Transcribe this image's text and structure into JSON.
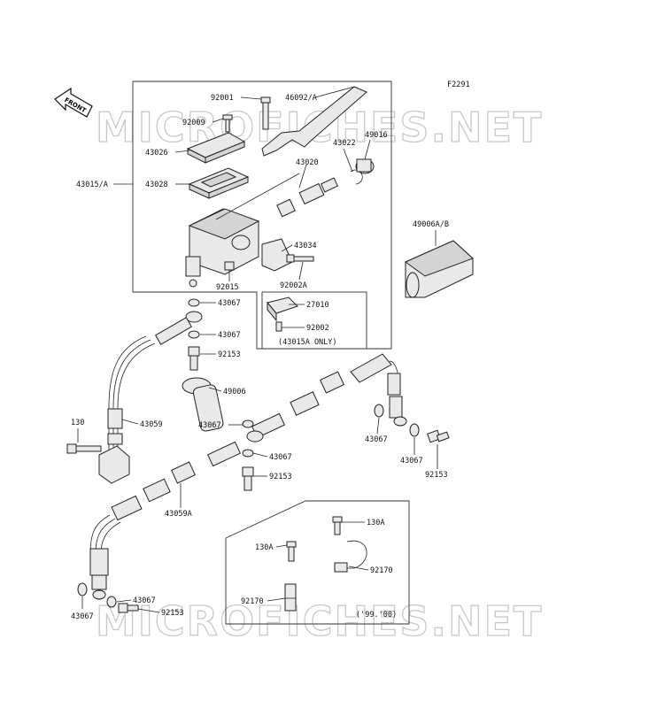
{
  "figure_code": "F2291",
  "front_label": "FRONT",
  "watermark": "MICROFICHES.NET",
  "callouts": {
    "p92001": "92001",
    "p46092": "46092/A",
    "p92009": "92009",
    "p43026": "43026",
    "p43022": "43022",
    "p49016": "49016",
    "p43015": "43015/A",
    "p43028": "43028",
    "p43020": "43020",
    "p43034": "43034",
    "p92015": "92015",
    "p92002A": "92002A",
    "p27010": "27010",
    "p92002": "92002",
    "note43015A": "(43015A ONLY)",
    "p49006AB": "49006A/B",
    "p43067a": "43067",
    "p43067b": "43067",
    "p92153a": "92153",
    "p49006": "49006",
    "p130": "130",
    "p43059": "43059",
    "p43067c": "43067",
    "p43067d": "43067",
    "p43067e": "43067",
    "p43067f": "43067",
    "p92153b": "92153",
    "p92153c": "92153",
    "p43059A": "43059A",
    "p130Aa": "130A",
    "p130Ab": "130A",
    "p92170a": "92170",
    "p92170b": "92170",
    "note9900": "('99.'00)",
    "p43067g": "43067",
    "p43067h": "43067",
    "p92153d": "92153"
  }
}
